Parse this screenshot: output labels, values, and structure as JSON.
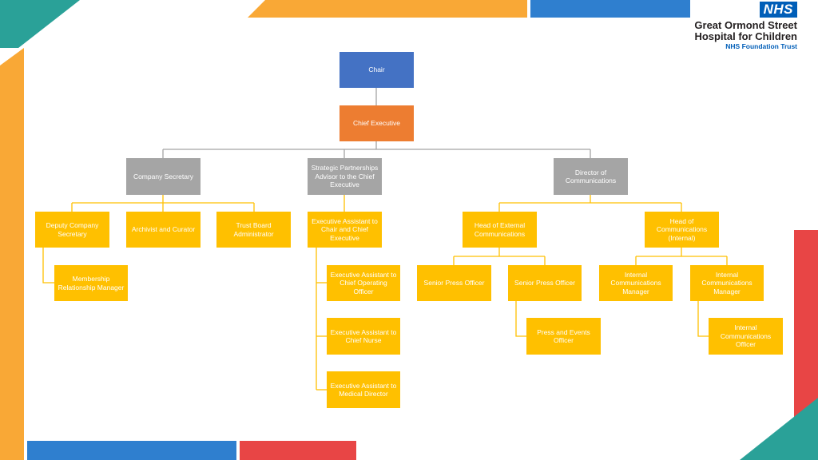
{
  "logo": {
    "badge": "NHS",
    "line1": "Great Ormond Street",
    "line2": "Hospital for Children",
    "line3": "NHS Foundation Trust"
  },
  "colors": {
    "chair": "#4472c4",
    "chief_executive": "#ed7d31",
    "director_level": "#a5a5a5",
    "staff": "#ffc000",
    "connector": "#a5a5a5"
  },
  "nodes": {
    "chair": "Chair",
    "chief_executive": "Chief Executive",
    "company_secretary": "Company Secretary",
    "strategic_partnerships": "Strategic Partnerships Advisor to the Chief Executive",
    "director_communications": "Director of Communications",
    "deputy_company_secretary": "Deputy Company Secretary",
    "archivist": "Archivist and Curator",
    "trust_board_admin": "Trust Board Administrator",
    "membership_manager": "Membership Relationship Manager",
    "ea_chair_ceo": "Executive Assistant to Chair and Chief Executive",
    "ea_coo": "Executive Assistant to Chief Operating Officer",
    "ea_chief_nurse": "Executive Assistant to Chief Nurse",
    "ea_medical_director": "Executive Assistant to Medical Director",
    "head_external_comms": "Head of External Communications",
    "head_internal_comms": "Head of Communications (Internal)",
    "senior_press_officer_1": "Senior Press Officer",
    "senior_press_officer_2": "Senior Press Officer",
    "press_events_officer": "Press and Events Officer",
    "internal_comms_manager_1": "Internal Communications Manager",
    "internal_comms_manager_2": "Internal Communications Manager",
    "internal_comms_officer": "Internal Communications Officer"
  }
}
